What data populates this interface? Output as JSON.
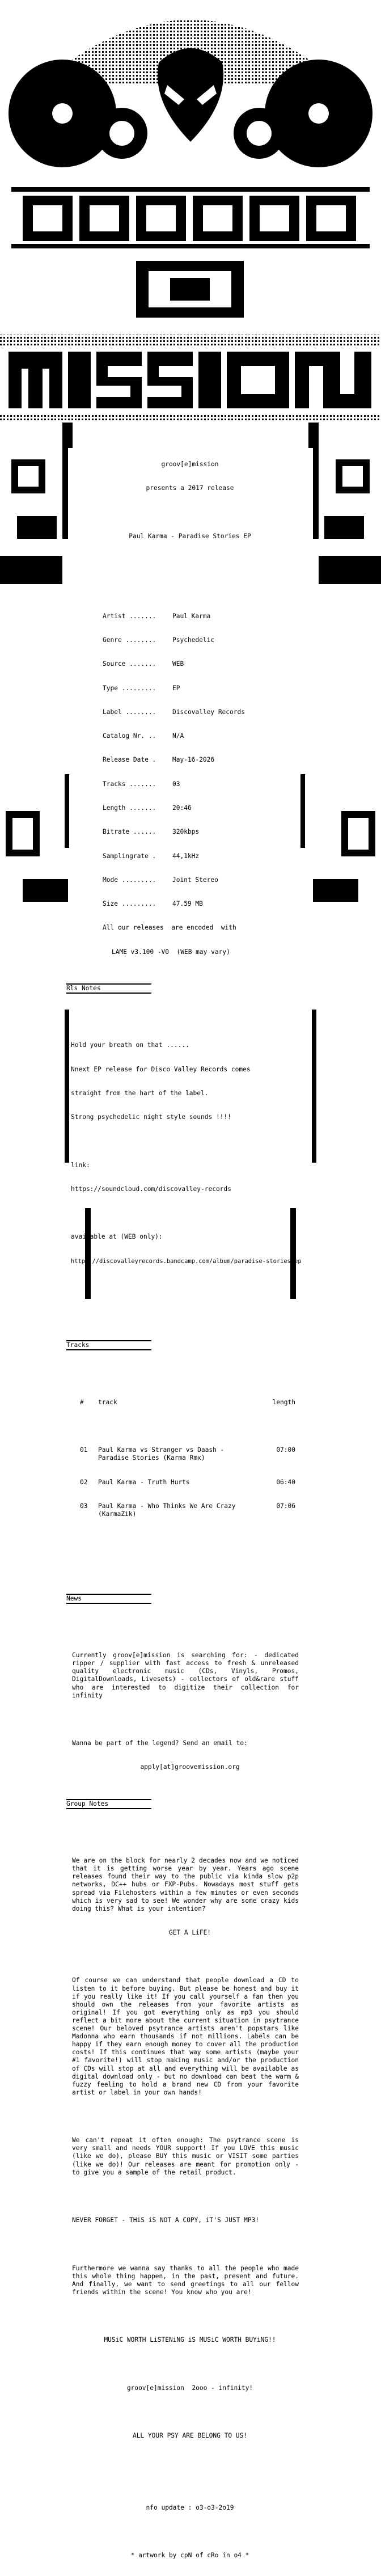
{
  "header": {
    "group": "groov[e]mission",
    "presents": "presents a 2017 release",
    "release": "Paul Karma - Paradise Stories EP"
  },
  "info": [
    {
      "key": "Artist .......",
      "value": "Paul Karma"
    },
    {
      "key": "Genre ........",
      "value": "Psychedelic"
    },
    {
      "key": "Source .......",
      "value": "WEB"
    },
    {
      "key": "Type .........",
      "value": "EP"
    },
    {
      "key": "Label ........",
      "value": "Discovalley Records"
    },
    {
      "key": "Catalog Nr. ..",
      "value": "N/A"
    },
    {
      "key": "Release Date .",
      "value": "May-16-2026"
    },
    {
      "key": "Tracks .......",
      "value": "03"
    },
    {
      "key": "Length .......",
      "value": "20:46"
    },
    {
      "key": "Bitrate ......",
      "value": "320kbps"
    },
    {
      "key": "Samplingrate .",
      "value": "44,1kHz"
    },
    {
      "key": "Mode .........",
      "value": "Joint Stereo"
    },
    {
      "key": "Size .........",
      "value": "47.59 MB"
    }
  ],
  "encode_note_1": "All our releases  are encoded  with",
  "encode_note_2": "LAME v3.100 -V0  (WEB may vary)",
  "rls_notes": {
    "title": "Rls Notes",
    "line1": "Hold your breath on that ......",
    "line2": "Nnext EP release for Disco Valley Records comes",
    "line3": "straight from the hart of the label.",
    "line4": "Strong psychedelic night style sounds !!!!",
    "link_label": "link:",
    "link": "https://soundcloud.com/discovalley-records",
    "avail_label": "available at (WEB only):",
    "avail": "https://discovalleyrecords.bandcamp.com/album/paradise-stories-ep"
  },
  "tracks": {
    "title": "Tracks",
    "col_num": "#",
    "col_track": "track",
    "col_length": "length",
    "items": [
      {
        "num": "01",
        "title": "Paul Karma vs Stranger vs Daash - Paradise Stories (Karma Rmx)",
        "length": "07:00"
      },
      {
        "num": "02",
        "title": "Paul Karma - Truth Hurts",
        "length": "06:40"
      },
      {
        "num": "03",
        "title": "Paul Karma - Who Thinks We Are Crazy (KarmaZik)",
        "length": "07:06"
      }
    ]
  },
  "news": {
    "title": "News",
    "body": "Currently   groov[e]mission   is  searching  for: - dedicated  ripper / supplier  with  fast access to  fresh & unreleased quality  electronic  music (CDs, Vinyls, Promos, DigitalDownloads, Livesets) - collectors of old&rare stuff who are interested to   digitize   their   collection   for   infinity",
    "legend": "Wanna be part of the legend?  Send  an  email  to:",
    "email": "apply[at]groovemission.org"
  },
  "group_notes": {
    "title": "Group Notes",
    "p1": "We are on the block for nearly 2 decades now  and we noticed that it is getting worse year by year. Years ago scene releases found  their way  to the public via kinda slow p2p networks, DC++ hubs  or FXP-Pubs.  Nowadays  most stuff  gets spread  via Filehosters within a few minutes  or even seconds which is very sad to see!  We wonder why are some crazy kids  doing this?   What is your intention?",
    "p1_end": "GET A LiFE!",
    "p2": "Of course we can understand  that people download a CD to listen to it before buying. But please be honest and buy it  if you really like it!  If you call  yourself  a fan  then  you should  own  the releases from your favorite artists  as original! If  you  got  everything  only as mp3 you  should reflect  a bit more  about  the  current situation in psytrance scene! Our beloved psytrance artists aren't  popstars like  Madonna who earn thousands if not millions. Labels can be happy if they earn enough  money to cover all the production  costs! If  this  continues that  way some artists (maybe your #1 favorite!) will stop making music  and/or the  production  of  CDs  will  stop  at  all and everything will be available  as digital download only - but no download  can beat the warm & fuzzy feeling to hold a brand new CD from your favorite artist    or    label    in    your    own    hands!",
    "p3": "We can't  repeat it  often enough:  The psytrance scene  is very small  and needs  YOUR support! If you LOVE this music (like we do), please BUY this music   or  VISIT some parties  (like we do)!  Our releases are meant  for promotion  only - to give you   a   sample   of    the    retail    product.",
    "p4": "NEVER FORGET - THiS iS NOT A COPY, iT'S JUST MP3!",
    "p5": "Furthermore we wanna say thanks to all the people who made this  whole thing  happen,  in the past, present and future.  And finally, we want to send greetings   to  all our  fellow  friends  within the    scene!    You    know    who    you    are!",
    "motto": "MUSiC WORTH LiSTENiNG iS MUSiC WORTH BUYiNG!!",
    "years": "groov[e]mission  2ooo - infinity!",
    "psy": "ALL YOUR PSY ARE BELONG TO US!",
    "update": "nfo update : o3-o3-2o19",
    "artwork": "* artwork by cpN of cRo in o4 *"
  }
}
